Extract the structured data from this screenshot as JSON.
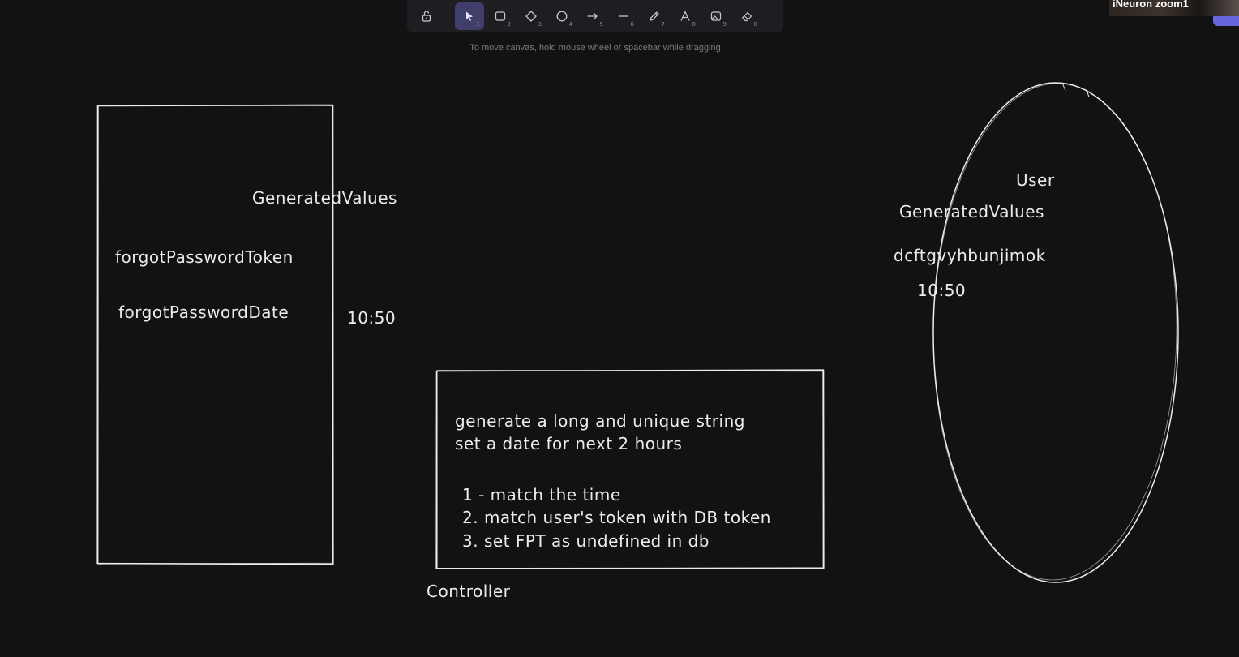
{
  "toolbar": {
    "tools": [
      {
        "name": "lock",
        "key": ""
      },
      {
        "name": "selection",
        "key": "1"
      },
      {
        "name": "rectangle",
        "key": "2"
      },
      {
        "name": "diamond",
        "key": "3"
      },
      {
        "name": "ellipse",
        "key": "4"
      },
      {
        "name": "arrow",
        "key": "5"
      },
      {
        "name": "line",
        "key": "6"
      },
      {
        "name": "draw",
        "key": "7"
      },
      {
        "name": "text",
        "key": "8"
      },
      {
        "name": "image",
        "key": "9"
      },
      {
        "name": "eraser",
        "key": "0"
      }
    ],
    "active_tool": "selection",
    "active_color": "#403e6a"
  },
  "hint": "To move canvas, hold mouse wheel or spacebar while dragging",
  "video": {
    "label": "iNeuron zoom1",
    "accent_color": "#6965db"
  },
  "canvas": {
    "background": "#121212",
    "stroke_color": "#ececec",
    "left_box": {
      "label_generated": "GeneratedValues",
      "field_token": "forgotPasswordToken",
      "field_date": "forgotPasswordDate",
      "time_value": "10:50"
    },
    "controller_box": {
      "lines": [
        "generate a long and unique string",
        "set a date for next 2 hours",
        "1 - match the time",
        "2. match user's token with DB token",
        "3. set FPT as undefined in db"
      ],
      "caption": "Controller"
    },
    "user_ellipse": {
      "title": "User",
      "label_generated": "GeneratedValues",
      "token_value": "dcftgvyhbunjimok",
      "time_value": "10:50"
    }
  }
}
